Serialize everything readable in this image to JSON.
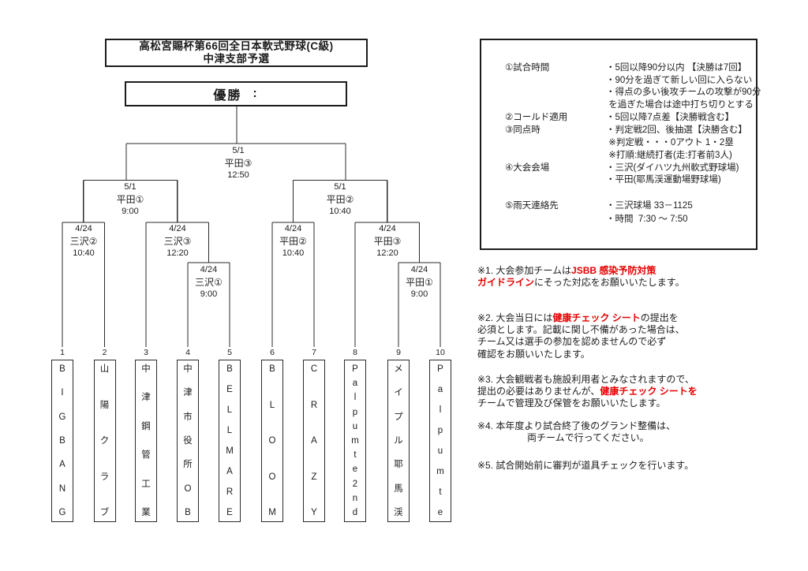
{
  "page_title": {
    "line1": "高松宮賜杯第66回全日本軟式野球(C級)",
    "line2": "中津支部予選"
  },
  "champion": {
    "label": "優勝",
    "separator": ":"
  },
  "bracket": {
    "teams": [
      {
        "seed": "1",
        "name": "BIGBANG"
      },
      {
        "seed": "2",
        "name": "山陽クラブ"
      },
      {
        "seed": "3",
        "name": "中津鋼管工業"
      },
      {
        "seed": "4",
        "name": "中津市役所OB"
      },
      {
        "seed": "5",
        "name": "BELLMARE"
      },
      {
        "seed": "6",
        "name": "BLOOM"
      },
      {
        "seed": "7",
        "name": "CRAZY"
      },
      {
        "seed": "8",
        "name": "Palpumte 2nd"
      },
      {
        "seed": "9",
        "name": "メイプル耶馬渓"
      },
      {
        "seed": "10",
        "name": "Palpumte"
      }
    ],
    "matches": [
      {
        "id": "final",
        "date": "5/1",
        "venue": "平田③",
        "time": "12:50"
      },
      {
        "id": "semi-left",
        "date": "5/1",
        "venue": "平田①",
        "time": "9:00"
      },
      {
        "id": "semi-right",
        "date": "5/1",
        "venue": "平田②",
        "time": "10:40"
      },
      {
        "id": "qf-1",
        "date": "4/24",
        "venue": "三沢②",
        "time": "10:40"
      },
      {
        "id": "qf-2",
        "date": "4/24",
        "venue": "三沢③",
        "time": "12:20"
      },
      {
        "id": "r1-left",
        "date": "4/24",
        "venue": "三沢①",
        "time": "9:00"
      },
      {
        "id": "qf-3",
        "date": "4/24",
        "venue": "平田②",
        "time": "10:40"
      },
      {
        "id": "qf-4",
        "date": "4/24",
        "venue": "平田③",
        "time": "12:20"
      },
      {
        "id": "r1-right",
        "date": "4/24",
        "venue": "平田①",
        "time": "9:00"
      }
    ]
  },
  "info": {
    "rows": [
      {
        "label": "①試合時間",
        "value": "・5回以降90分以内 【決勝は7回】"
      },
      {
        "label": "",
        "value": "・90分を過ぎて新しい回に入らない"
      },
      {
        "label": "",
        "value": "・得点の多い後攻チームの攻撃が90分"
      },
      {
        "label": "",
        "value": " を過ぎた場合は途中打ち切りとする"
      },
      {
        "label": "②コールド適用",
        "value": "・5回以降7点差【決勝戦含む】"
      },
      {
        "label": "③同点時",
        "value": "・判定戦2回、後抽選【決勝含む】"
      },
      {
        "label": "",
        "value": " ※判定戦・・・0アウト 1・2塁"
      },
      {
        "label": "",
        "value": " ※打順:継続打者(走:打者前3人)"
      },
      {
        "label": "④大会会場",
        "value": "・三沢(ダイハツ九州軟式野球場)"
      },
      {
        "label": "",
        "value": "・平田(耶馬渓運動場野球場)"
      },
      {
        "label": "⑤雨天連絡先",
        "value": "・三沢球場 33－1125"
      },
      {
        "label": "",
        "value": "・時間  7:30 ～ 7:50"
      }
    ]
  },
  "notes": [
    {
      "id": "note-1",
      "lines": [
        [
          {
            "t": "※1. 大会参加チームは"
          },
          {
            "t": "JSBB 感染予防対策",
            "red": true
          }
        ],
        [
          {
            "t": "ガイドライン",
            "red": true
          },
          {
            "t": "にそった対応をお願いいたします。"
          }
        ]
      ]
    },
    {
      "id": "note-2",
      "lines": [
        [
          {
            "t": "※2. 大会当日には"
          },
          {
            "t": "健康チェック シート",
            "red": true
          },
          {
            "t": "の提出を"
          }
        ],
        [
          {
            "t": "必須とします。記載に関し不備があった場合は、"
          }
        ],
        [
          {
            "t": "チーム又は選手の参加を認めませんので必ず"
          }
        ],
        [
          {
            "t": "確認をお願いいたします。"
          }
        ]
      ]
    },
    {
      "id": "note-3",
      "lines": [
        [
          {
            "t": "※3. 大会観戦者も施設利用者とみなされますので、"
          }
        ],
        [
          {
            "t": "提出の必要はありませんが、"
          },
          {
            "t": "健康チェック シートを",
            "red": true
          }
        ],
        [
          {
            "t": "チームで管理及び保管をお願いいたします。"
          }
        ]
      ]
    },
    {
      "id": "note-4",
      "lines": [
        [
          {
            "t": "※4. 本年度より試合終了後のグランド整備は、"
          }
        ],
        [
          {
            "t": "両チームで行ってください。"
          }
        ]
      ]
    },
    {
      "id": "note-5",
      "lines": [
        [
          {
            "t": "※5. 試合開始前に審判が道具チェックを行います。"
          }
        ]
      ]
    }
  ],
  "colors": {
    "ink": "#1c1c1c",
    "accent_red": "#e60000",
    "line": "#2b2b2b"
  }
}
